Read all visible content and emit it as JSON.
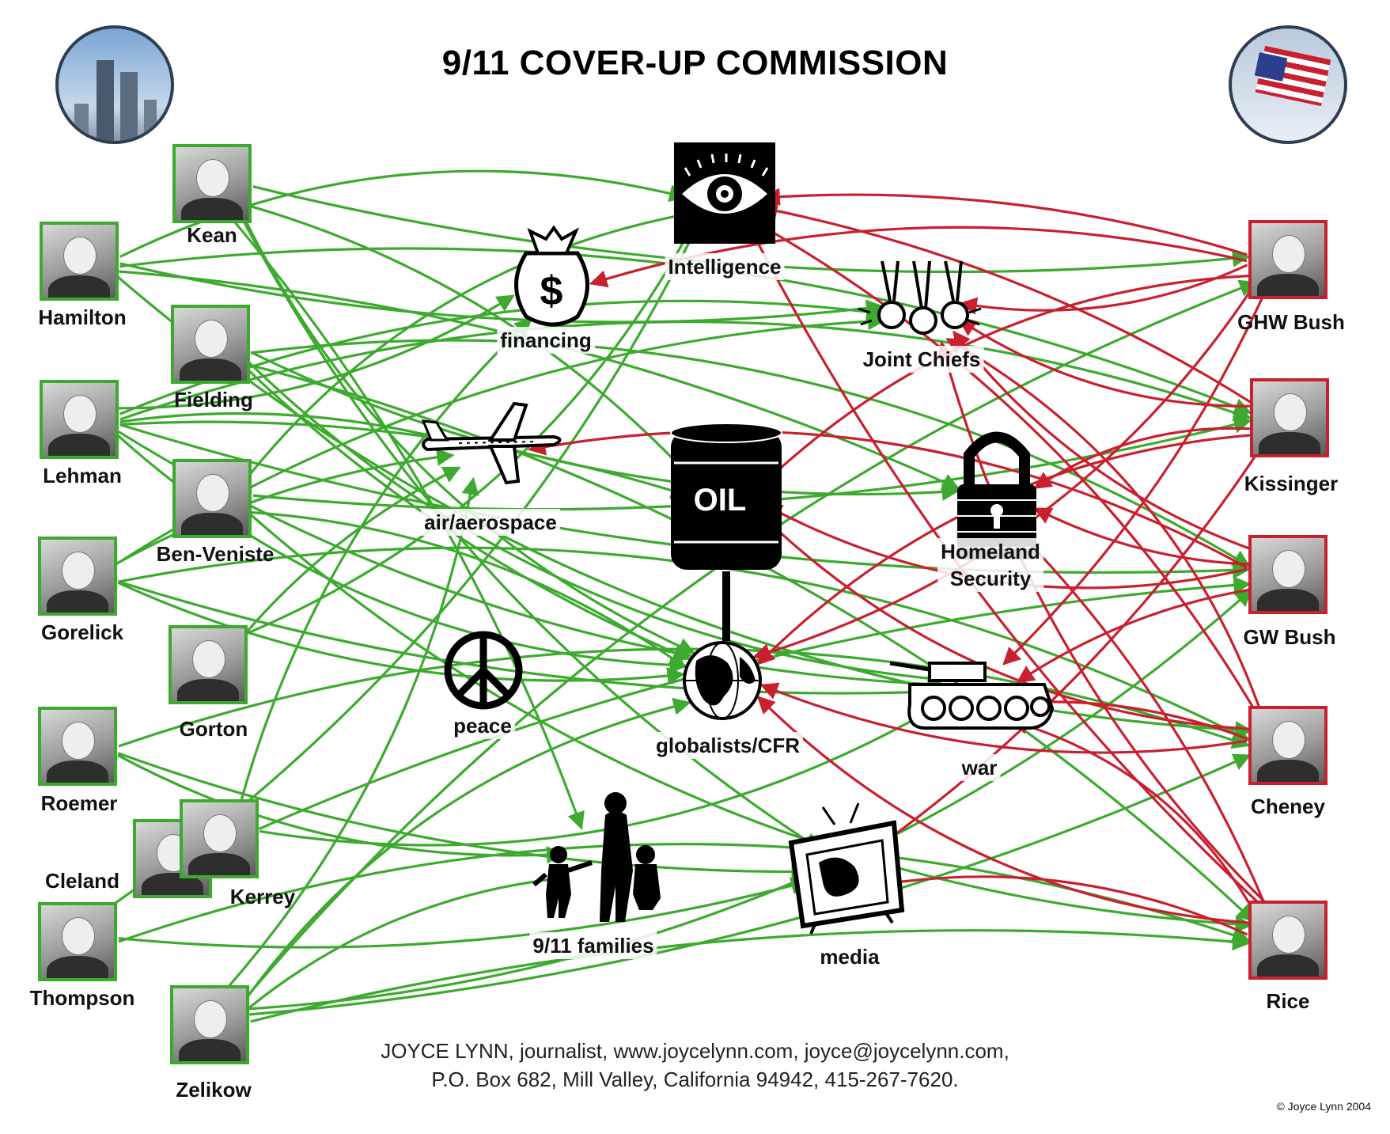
{
  "title": "9/11 COVER-UP COMMISSION",
  "commission_members": [
    {
      "id": "kean",
      "label": "Kean"
    },
    {
      "id": "hamilton",
      "label": "Hamilton"
    },
    {
      "id": "fielding",
      "label": "Fielding"
    },
    {
      "id": "lehman",
      "label": "Lehman"
    },
    {
      "id": "ben_veniste",
      "label": "Ben-Veniste"
    },
    {
      "id": "gorelick",
      "label": "Gorelick"
    },
    {
      "id": "gorton",
      "label": "Gorton"
    },
    {
      "id": "roemer",
      "label": "Roemer"
    },
    {
      "id": "cleland",
      "label": "Cleland"
    },
    {
      "id": "kerrey",
      "label": "Kerrey"
    },
    {
      "id": "thompson",
      "label": "Thompson"
    },
    {
      "id": "zelikow",
      "label": "Zelikow"
    }
  ],
  "administration": [
    {
      "id": "ghw_bush",
      "label": "GHW Bush"
    },
    {
      "id": "kissinger",
      "label": "Kissinger"
    },
    {
      "id": "gw_bush",
      "label": "GW Bush"
    },
    {
      "id": "cheney",
      "label": "Cheney"
    },
    {
      "id": "rice",
      "label": "Rice"
    }
  ],
  "topics": [
    {
      "id": "intelligence",
      "label": "Intelligence",
      "icon": "eye-icon"
    },
    {
      "id": "financing",
      "label": "financing",
      "icon": "money-bag-icon"
    },
    {
      "id": "joint_chiefs",
      "label": "Joint Chiefs",
      "icon": "medals-icon"
    },
    {
      "id": "air",
      "label": "air/aerospace",
      "icon": "airplane-icon"
    },
    {
      "id": "oil",
      "label": "OIL",
      "icon": "oil-barrel-icon"
    },
    {
      "id": "homeland",
      "label": "Homeland\nSecurity",
      "icon": "padlock-icon"
    },
    {
      "id": "peace",
      "label": "peace",
      "icon": "peace-sign-icon"
    },
    {
      "id": "globalists",
      "label": "globalists/CFR",
      "icon": "globe-icon"
    },
    {
      "id": "war",
      "label": "war",
      "icon": "tank-icon"
    },
    {
      "id": "families",
      "label": "9/11 families",
      "icon": "family-silhouette-icon"
    },
    {
      "id": "media",
      "label": "media",
      "icon": "television-icon"
    }
  ],
  "oil_barrel_text": "OIL",
  "footer": {
    "line1": "JOYCE LYNN, journalist, www.joycelynn.com, joyce@joycelynn.com,",
    "line2": "P.O. Box 682, Mill Valley, California 94942, 415-267-7620."
  },
  "copyright": "© Joyce Lynn 2004",
  "corner_images": [
    {
      "id": "towers",
      "icon": "twin-towers-icon"
    },
    {
      "id": "flag",
      "icon": "us-flag-icon"
    }
  ],
  "colors": {
    "commission_link": "#3daa2f",
    "administration_link": "#c8202f",
    "commission_border": "#3daa2f",
    "administration_border": "#c8202f"
  },
  "links": {
    "green": [
      [
        "kean",
        "ghw_bush"
      ],
      [
        "kean",
        "oil"
      ],
      [
        "kean",
        "globalists"
      ],
      [
        "kean",
        "families"
      ],
      [
        "kean",
        "media"
      ],
      [
        "hamilton",
        "intelligence"
      ],
      [
        "hamilton",
        "joint_chiefs"
      ],
      [
        "hamilton",
        "kissinger"
      ],
      [
        "hamilton",
        "cheney"
      ],
      [
        "hamilton",
        "homeland"
      ],
      [
        "fielding",
        "homeland"
      ],
      [
        "fielding",
        "gw_bush"
      ],
      [
        "fielding",
        "globalists"
      ],
      [
        "fielding",
        "rice"
      ],
      [
        "fielding",
        "war"
      ],
      [
        "lehman",
        "air"
      ],
      [
        "lehman",
        "financing"
      ],
      [
        "lehman",
        "kissinger"
      ],
      [
        "lehman",
        "gw_bush"
      ],
      [
        "lehman",
        "joint_chiefs"
      ],
      [
        "lehman",
        "globalists"
      ],
      [
        "lehman",
        "oil"
      ],
      [
        "lehman",
        "war"
      ],
      [
        "ben_veniste",
        "intelligence"
      ],
      [
        "ben_veniste",
        "kissinger"
      ],
      [
        "ben_veniste",
        "globalists"
      ],
      [
        "ben_veniste",
        "rice"
      ],
      [
        "gorelick",
        "air"
      ],
      [
        "gorelick",
        "globalists"
      ],
      [
        "gorelick",
        "cheney"
      ],
      [
        "gorelick",
        "war"
      ],
      [
        "gorelick",
        "joint_chiefs"
      ],
      [
        "gorton",
        "intelligence"
      ],
      [
        "gorton",
        "air"
      ],
      [
        "roemer",
        "families"
      ],
      [
        "roemer",
        "cheney"
      ],
      [
        "roemer",
        "media"
      ],
      [
        "kerrey",
        "financing"
      ],
      [
        "kerrey",
        "war"
      ],
      [
        "kerrey",
        "gw_bush"
      ],
      [
        "thompson",
        "intelligence"
      ],
      [
        "thompson",
        "rice"
      ],
      [
        "thompson",
        "media"
      ],
      [
        "zelikow",
        "ghw_bush"
      ],
      [
        "zelikow",
        "gw_bush"
      ],
      [
        "zelikow",
        "rice"
      ],
      [
        "zelikow",
        "air"
      ],
      [
        "zelikow",
        "globalists"
      ],
      [
        "zelikow",
        "cheney"
      ],
      [
        "zelikow",
        "families"
      ]
    ],
    "red": [
      [
        "ghw_bush",
        "intelligence"
      ],
      [
        "ghw_bush",
        "joint_chiefs"
      ],
      [
        "ghw_bush",
        "oil"
      ],
      [
        "ghw_bush",
        "war"
      ],
      [
        "ghw_bush",
        "financing"
      ],
      [
        "ghw_bush",
        "globalists"
      ],
      [
        "kissinger",
        "intelligence"
      ],
      [
        "kissinger",
        "joint_chiefs"
      ],
      [
        "kissinger",
        "globalists"
      ],
      [
        "kissinger",
        "media"
      ],
      [
        "kissinger",
        "homeland"
      ],
      [
        "gw_bush",
        "oil"
      ],
      [
        "gw_bush",
        "war"
      ],
      [
        "gw_bush",
        "joint_chiefs"
      ],
      [
        "gw_bush",
        "air"
      ],
      [
        "gw_bush",
        "homeland"
      ],
      [
        "cheney",
        "intelligence"
      ],
      [
        "cheney",
        "oil"
      ],
      [
        "cheney",
        "war"
      ],
      [
        "cheney",
        "globalists"
      ],
      [
        "cheney",
        "joint_chiefs"
      ],
      [
        "rice",
        "intelligence"
      ],
      [
        "rice",
        "media"
      ],
      [
        "rice",
        "globalists"
      ],
      [
        "rice",
        "homeland"
      ],
      [
        "rice",
        "joint_chiefs"
      ],
      [
        "rice",
        "war"
      ]
    ]
  }
}
